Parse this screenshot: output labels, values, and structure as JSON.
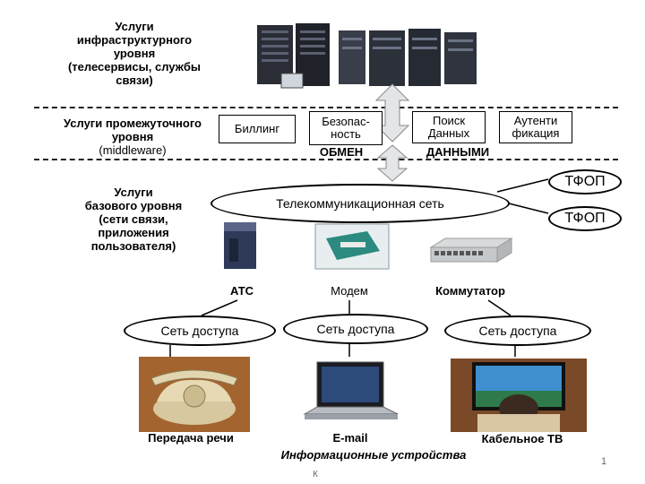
{
  "tiers": {
    "infrastructure": "Услуги инфраструктурного уровня (телесервисы, службы связи)",
    "middleware": "Услуги промежуточного уровня (middleware)",
    "base": "Услуги базового уровня (сети связи, приложения пользователя)"
  },
  "tier_lines": {
    "infra": [
      "Услуги",
      "инфраструктурного",
      "уровня",
      "(телесервисы, службы",
      "связи)"
    ],
    "middle": [
      "Услуги промежуточного",
      "уровня",
      "(middleware)"
    ],
    "base": [
      "Услуги",
      "базового уровня",
      "(сети связи,",
      "приложения",
      "пользователя)"
    ]
  },
  "middleware_boxes": {
    "billing": "Биллинг",
    "security_1": "Безопас-",
    "security_2": "ность",
    "search_1": "Поиск",
    "search_2": "Данных",
    "auth_1": "Аутенти",
    "auth_2": "фикация"
  },
  "exchange": {
    "left": "ОБМЕН",
    "right": "ДАННЫМИ"
  },
  "network": {
    "telecom": "Телекоммуникационная сеть",
    "tfop_1": "ТФОП",
    "tfop_2": "ТФОП"
  },
  "devices": {
    "ats": "АТС",
    "modem": "Модем",
    "switch": "Коммутатор"
  },
  "access_networks": [
    "Сеть доступа",
    "Сеть доступа",
    "Сеть доступа"
  ],
  "user_devices": {
    "phone": "Передача речи",
    "laptop": "E-mail",
    "tv": "Кабельное ТВ"
  },
  "caption": "Информационные устройства",
  "page_number": "1",
  "footnote": "К"
}
